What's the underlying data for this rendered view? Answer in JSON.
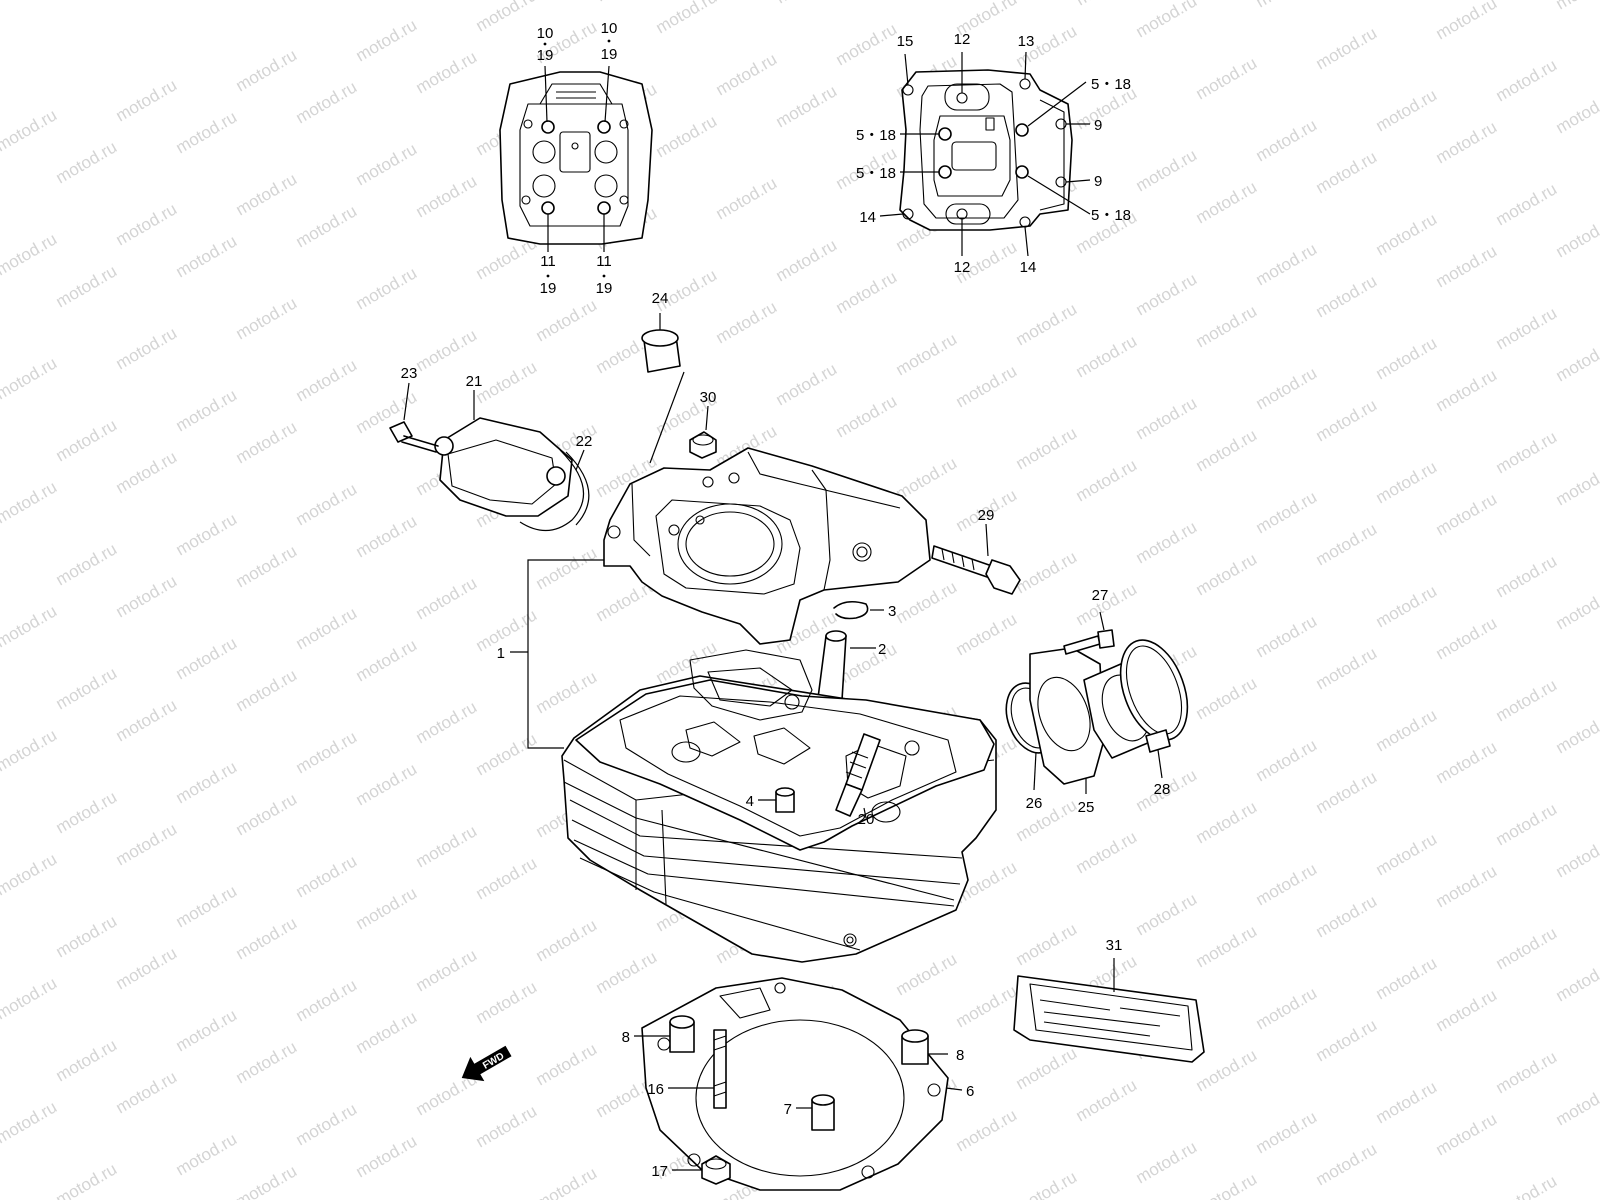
{
  "watermark": "motod.ru",
  "direction_label": "FWD",
  "callouts": {
    "c1": "1",
    "c2": "2",
    "c3": "3",
    "c4": "4",
    "c5_18_a": "5・18",
    "c5_18_b": "5・18",
    "c5_18_c": "5・18",
    "c5_18_d": "5・18",
    "c6": "6",
    "c7": "7",
    "c8_a": "8",
    "c8_b": "8",
    "c9_a": "9",
    "c9_b": "9",
    "c10_a": "10",
    "c10_b": "10",
    "c11_a": "11",
    "c11_b": "11",
    "c12_a": "12",
    "c12_b": "12",
    "c13": "13",
    "c14_a": "14",
    "c14_b": "14",
    "c15": "15",
    "c16": "16",
    "c17": "17",
    "c19_a": "19",
    "c19_b": "19",
    "c19_c": "19",
    "c19_d": "19",
    "c20": "20",
    "c21": "21",
    "c22": "22",
    "c23": "23",
    "c24": "24",
    "c25": "25",
    "c26": "26",
    "c27": "27",
    "c28": "28",
    "c29": "29",
    "c30": "30",
    "c31": "31"
  }
}
